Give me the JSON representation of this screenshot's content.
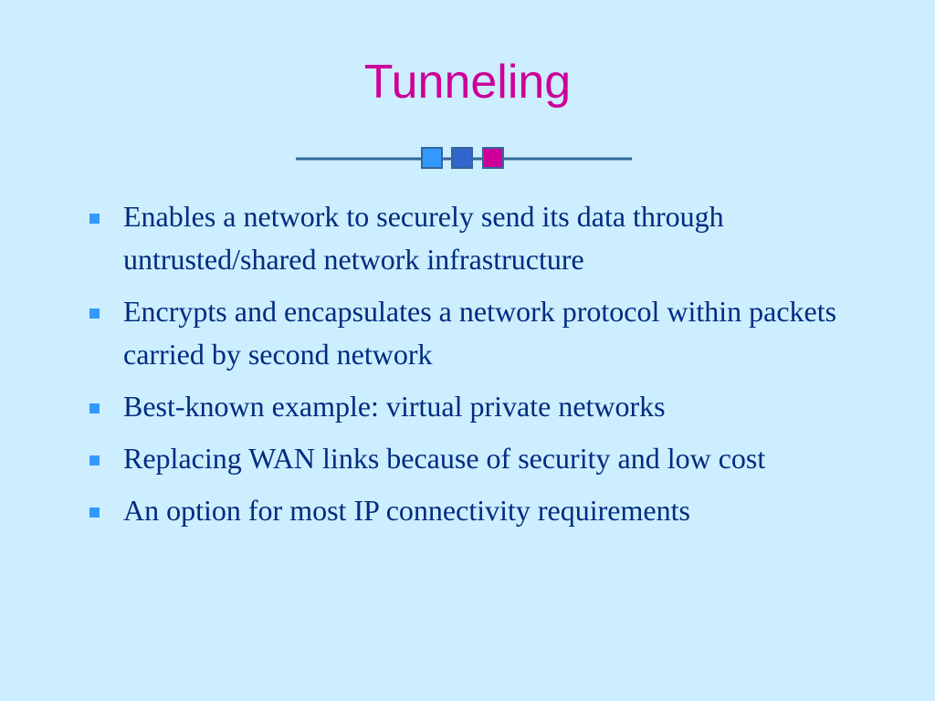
{
  "slide": {
    "title": "Tunneling",
    "colors": {
      "background": "#cceeff",
      "title": "#cc0099",
      "text": "#002b80",
      "bullet": "#3399ff",
      "divider_line": "#336699",
      "square_1": "#3399ff",
      "square_2": "#3366cc",
      "square_3": "#cc0099"
    },
    "bullets": [
      {
        "text": "Enables a network to securely send its data through untrusted/shared network infrastructure"
      },
      {
        "text": "Encrypts and encapsulates a network protocol within packets carried by second network"
      },
      {
        "text": "Best-known example: virtual private networks"
      },
      {
        "text": "Replacing WAN links because of security and low cost"
      },
      {
        "text": "An option for most IP connectivity requirements"
      }
    ]
  }
}
